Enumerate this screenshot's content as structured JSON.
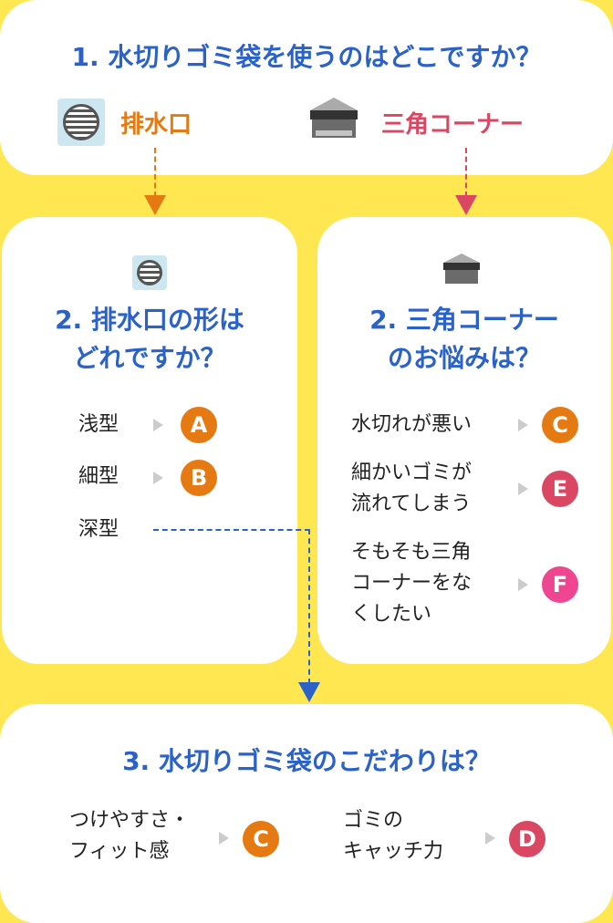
{
  "q1": {
    "title": "1. 水切りゴミ袋を使うのはどこですか？",
    "opt_drain": "排水口",
    "opt_corner": "三角コーナー"
  },
  "q2a": {
    "title_line1": "2. 排水口の形は",
    "title_line2": "どれですか？",
    "items": [
      {
        "label": "浅型",
        "badge": "A"
      },
      {
        "label": "細型",
        "badge": "B"
      },
      {
        "label": "深型"
      }
    ]
  },
  "q2b": {
    "title_line1": "2. 三角コーナー",
    "title_line2": "のお悩みは？",
    "items": [
      {
        "label": "水切れが悪い",
        "badge": "C"
      },
      {
        "line1": "細かいゴミが",
        "line2": "流れてしまう",
        "badge": "E"
      },
      {
        "line1": "そもそも三角",
        "line2": "コーナーをな",
        "line3": "くしたい",
        "badge": "F"
      }
    ]
  },
  "q3": {
    "title": "3. 水切りゴミ袋のこだわりは？",
    "items": [
      {
        "line1": "つけやすさ・",
        "line2": "フィット感",
        "badge": "C"
      },
      {
        "line1": "ゴミの",
        "line2": "キャッチ力",
        "badge": "D"
      }
    ]
  },
  "colors": {
    "bg": "#FFE752",
    "blue": "#2B62C8",
    "orange": "#E57A13",
    "red": "#D94763",
    "pink": "#EE4690"
  }
}
